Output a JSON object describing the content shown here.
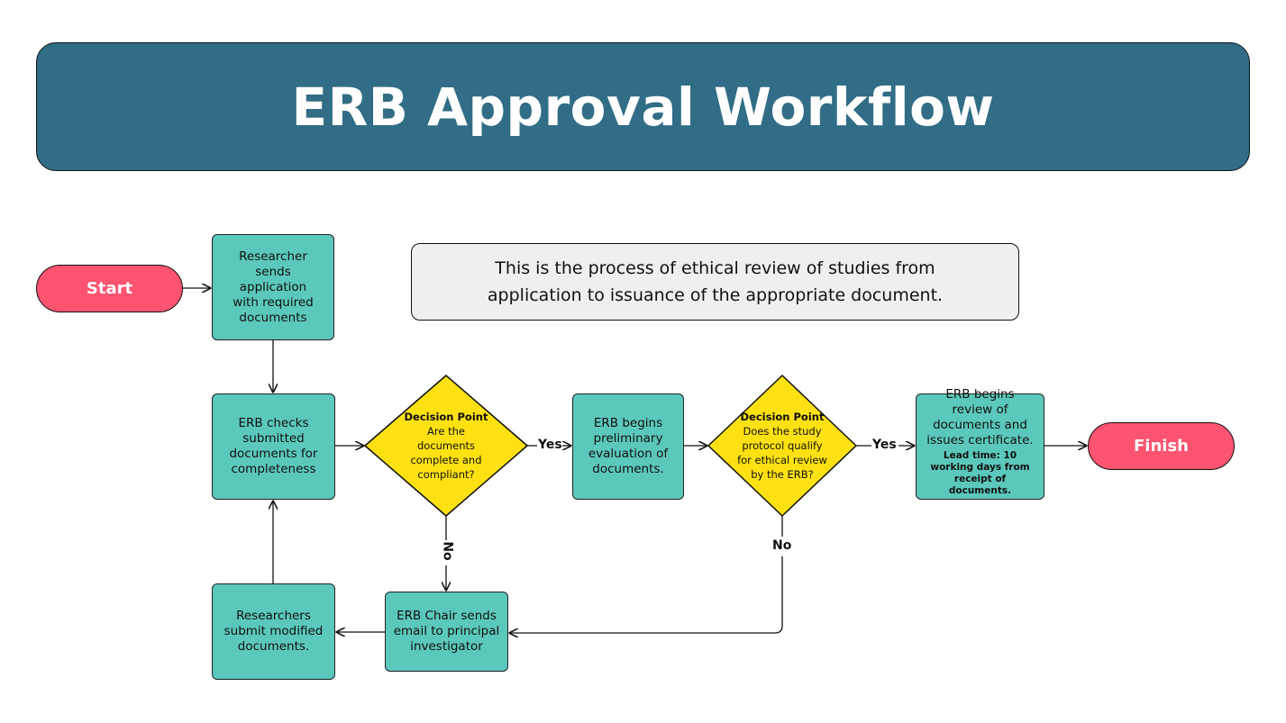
{
  "title": "ERB Approval Workflow",
  "description": "This is the process of ethical review of studies from application to issuance of the appropriate document.",
  "start_label": "Start",
  "finish_label": "Finish",
  "steps": {
    "submit": "Researcher sends application with required documents",
    "check": "ERB checks submitted documents for completeness",
    "preliminary": "ERB begins preliminary evaluation of documents.",
    "review": "ERB begins review of documents and issues certificate.",
    "review_lead_time": "Lead time: 10 working days from receipt of documents.",
    "chair_email": "ERB Chair sends email to principal investigator",
    "resubmit": "Researchers submit modified documents."
  },
  "decisions": [
    {
      "heading": "Decision Point",
      "question": "Are the documents complete and compliant?"
    },
    {
      "heading": "Decision Point",
      "question": "Does the study protocol qualify for ethical review by the ERB?"
    }
  ],
  "edge_labels": {
    "yes1": "Yes",
    "no1": "No",
    "yes2": "Yes",
    "no2": "No"
  },
  "colors": {
    "header": "#316d86",
    "step": "#5bc8bc",
    "decision": "#fde112",
    "terminal": "#fc5370",
    "info": "#efefef"
  }
}
